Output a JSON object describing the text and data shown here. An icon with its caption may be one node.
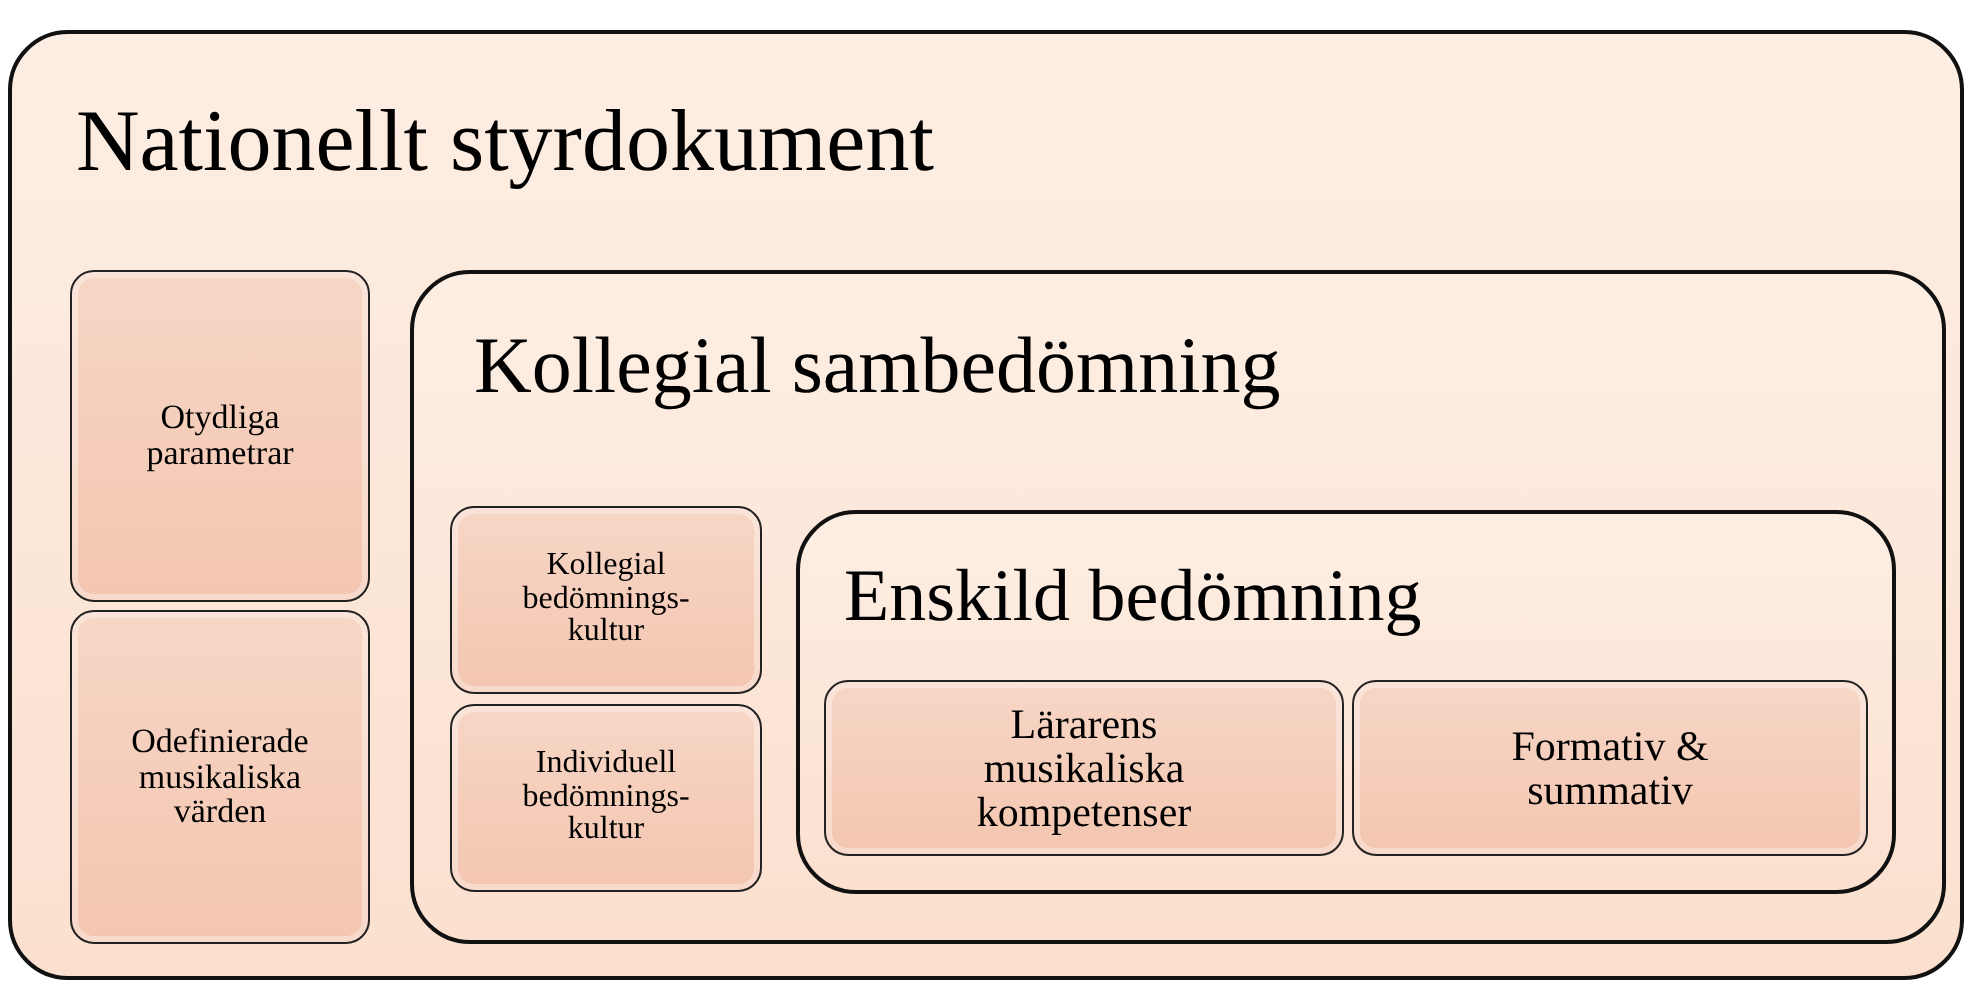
{
  "diagram": {
    "nodes": [
      {
        "text": [
          "Nationellt styrdokument"
        ]
      },
      {
        "text": [
          "Otydliga parametrar"
        ],
        "in": 0
      },
      {
        "text": [
          "Odefinierade musikaliska värden"
        ],
        "in": 0
      },
      {
        "text": [
          "Kollegial sambedömning"
        ],
        "in": 0
      },
      {
        "text": [
          "Kollegial bedömnings- kultur"
        ],
        "in": 3
      },
      {
        "text": [
          "Individuell bedömnings- kultur"
        ],
        "in": 3
      },
      {
        "text": [
          "Enskild bedömning"
        ],
        "in": 3
      },
      {
        "text": [
          "Lärarens musikaliska kompetenser"
        ],
        "in": 6
      },
      {
        "text": [
          "Formativ & summativ"
        ],
        "in": 6
      }
    ]
  }
}
